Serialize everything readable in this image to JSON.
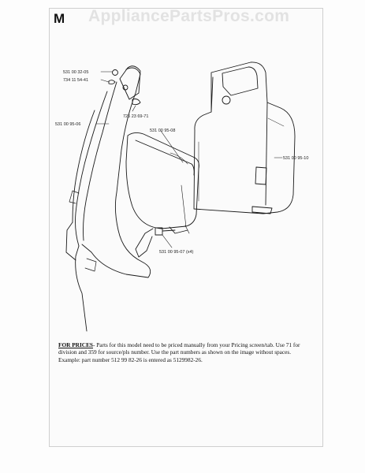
{
  "header": {
    "section_letter": "M",
    "watermark": "AppliancePartsPros.com"
  },
  "callouts": [
    "531 00 32-05",
    "734 11 54-41",
    "725 23 69-71",
    "531 00 95-06",
    "531 00 95-08",
    "531 00 95-10",
    "531 00 95-07 (x4)"
  ],
  "note": {
    "heading": "FOR PRICES",
    "body": "- Parts for this model need to be priced manually from your Pricing screen/tab. Use 71 for division and 359 for source/pls number.  Use the part numbers as shown on the image without spaces. Example: part number 512 99 82-26 is entered as 5129982-26."
  }
}
